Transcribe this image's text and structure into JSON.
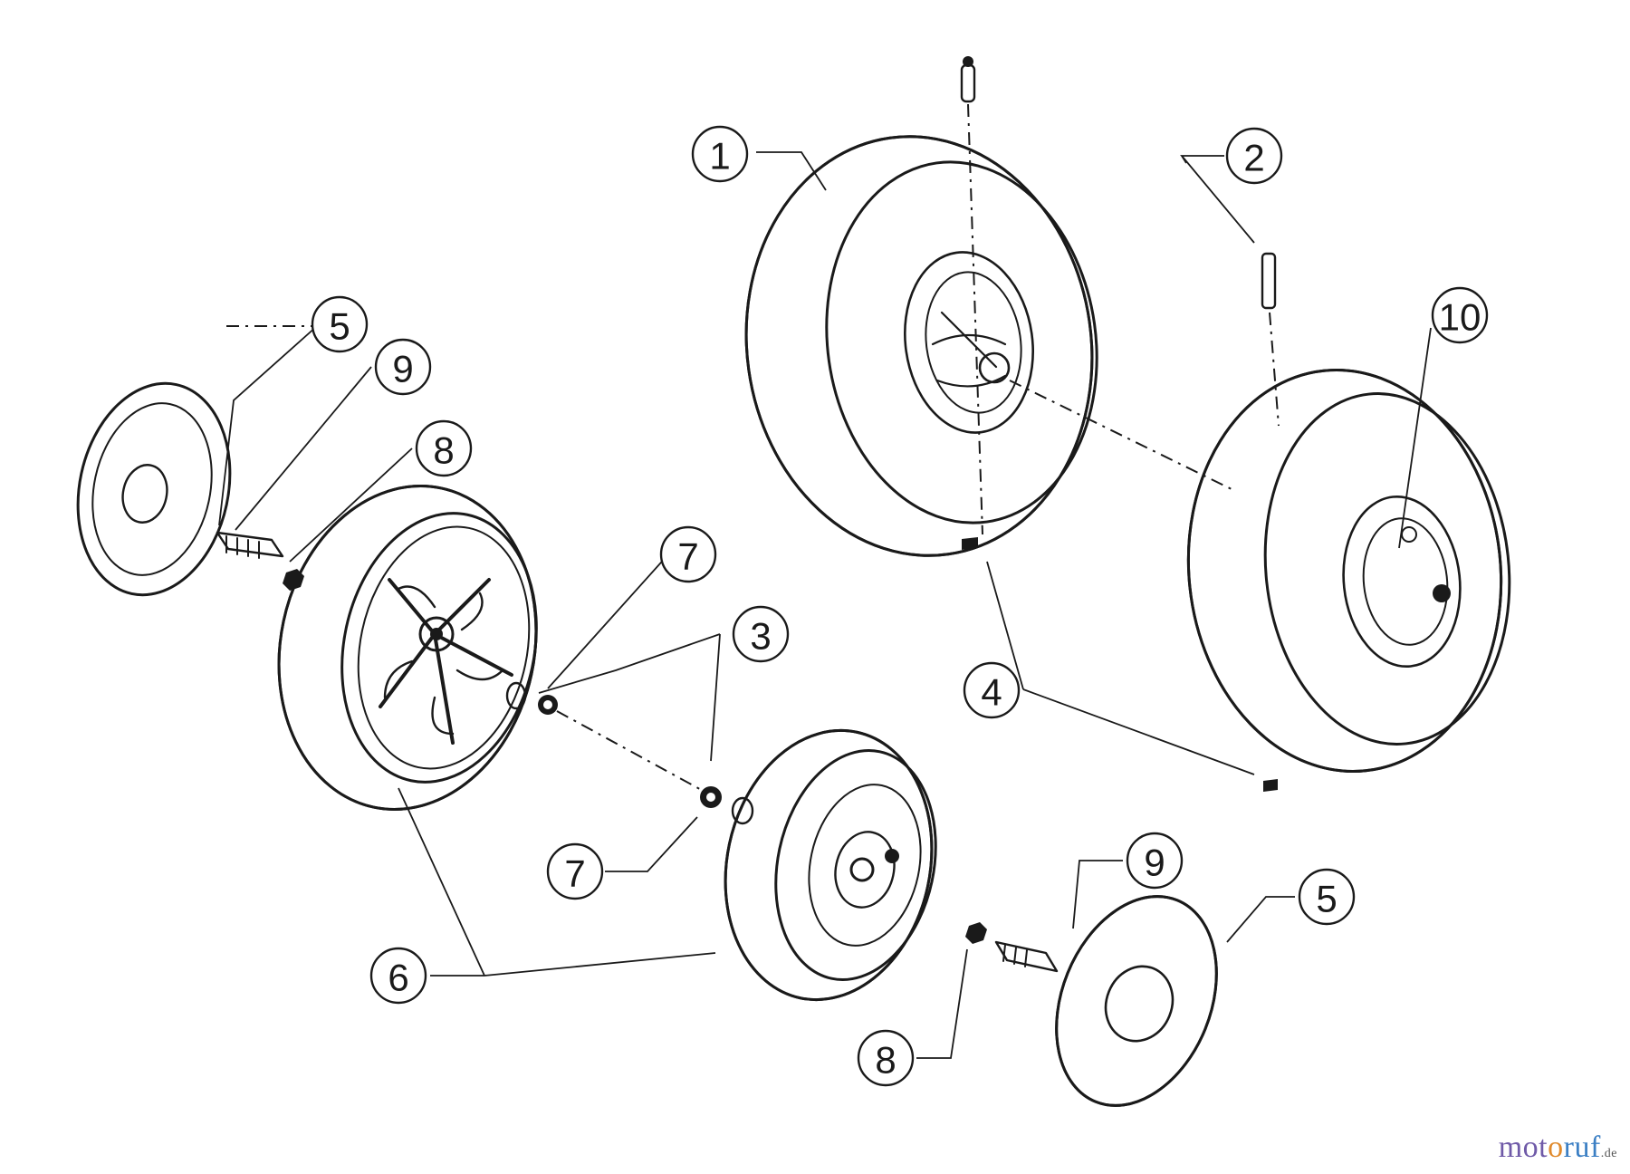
{
  "callouts": [
    {
      "id": "c1",
      "label": "1"
    },
    {
      "id": "c2",
      "label": "2"
    },
    {
      "id": "c3",
      "label": "3"
    },
    {
      "id": "c4",
      "label": "4"
    },
    {
      "id": "c5a",
      "label": "5"
    },
    {
      "id": "c5b",
      "label": "5"
    },
    {
      "id": "c6",
      "label": "6"
    },
    {
      "id": "c7a",
      "label": "7"
    },
    {
      "id": "c7b",
      "label": "7"
    },
    {
      "id": "c8a",
      "label": "8"
    },
    {
      "id": "c8b",
      "label": "8"
    },
    {
      "id": "c9a",
      "label": "9"
    },
    {
      "id": "c9b",
      "label": "9"
    },
    {
      "id": "c10",
      "label": "10"
    }
  ],
  "watermark": {
    "parts": [
      {
        "text": "mot",
        "color": "#6f5aa8"
      },
      {
        "text": "o",
        "color": "#e08a2c"
      },
      {
        "text": "ruf",
        "color": "#3b7fc4"
      }
    ],
    "tld": ".de"
  }
}
